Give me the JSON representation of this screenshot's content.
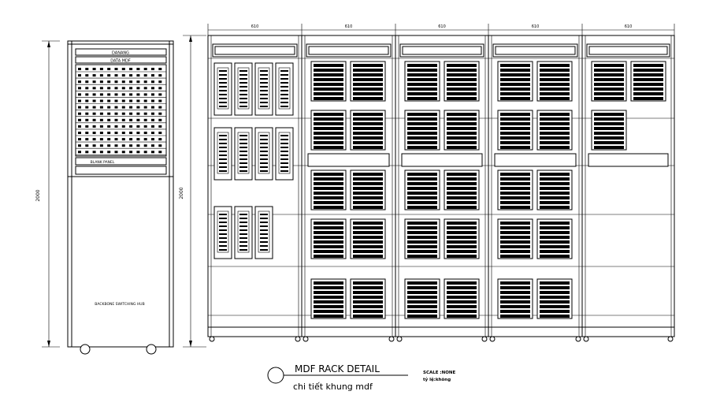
{
  "drawing": {
    "front_view": {
      "labels": {
        "top_label": "DANANG",
        "data_label": "DATA MDF",
        "blank_label": "BLANK PANEL",
        "switch_label": "BACKBONE SWITCHING HUB"
      },
      "height_dim": "2000"
    },
    "side_view": {
      "height_dim": "2000",
      "bay_widths": [
        "610",
        "610",
        "610",
        "610",
        "610"
      ]
    },
    "title_block": {
      "title": "MDF RACK DETAIL",
      "subtitle": "chi tiết khung mdf",
      "scale_line1": "SCALE :NONE",
      "scale_line2": "tỷ lệ:không"
    }
  }
}
